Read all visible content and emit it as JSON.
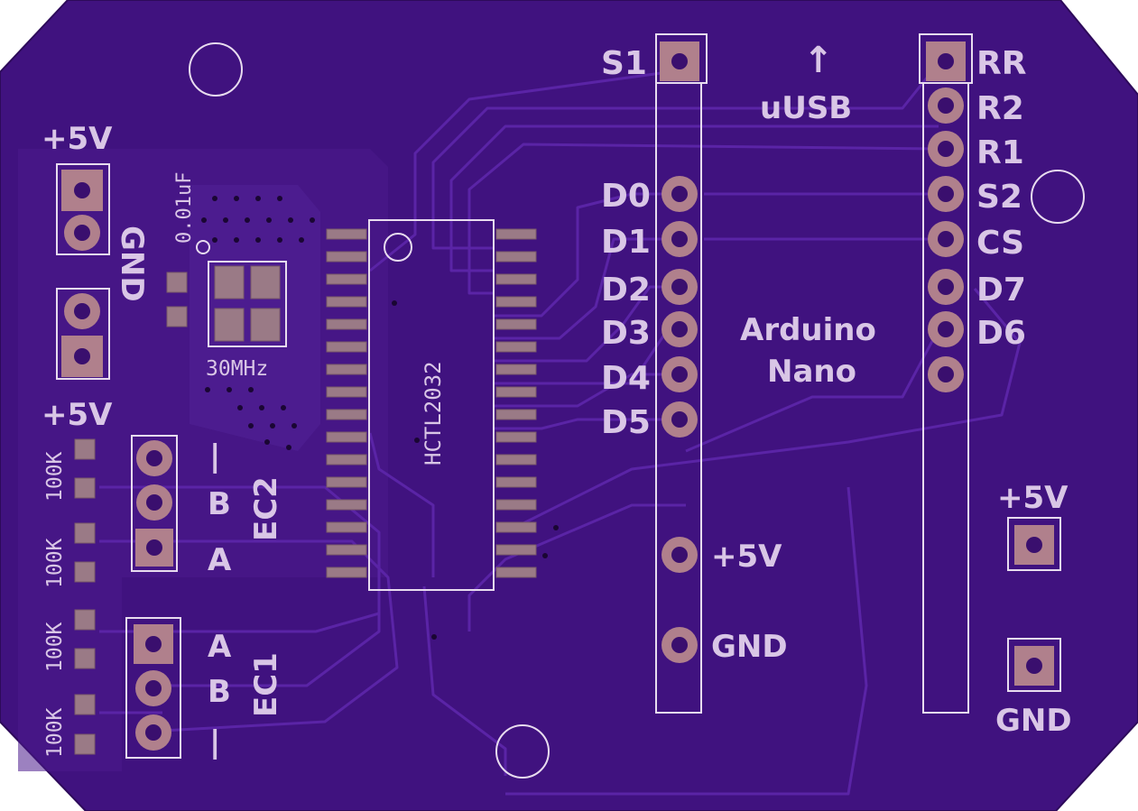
{
  "colors": {
    "board": "#40127f",
    "board_edge": "#3a0f72",
    "trace": "#5a24a6",
    "silkscreen": "#d9c6e6",
    "pad": "#b0808c"
  },
  "labels": {
    "left_power_top": "+5V",
    "left_gnd": "GND",
    "cap": "0.01uF",
    "crystal": "30MHz",
    "ic": "HCTL2032",
    "left_power_mid": "+5V",
    "resistors": [
      "100K",
      "100K",
      "100K",
      "100K"
    ],
    "ec2": {
      "title": "EC2",
      "pins": [
        "|",
        "B",
        "A"
      ]
    },
    "ec1": {
      "title": "EC1",
      "pins": [
        "A",
        "B",
        "|"
      ]
    },
    "nano_left_pins": [
      "S1",
      "D0",
      "D1",
      "D2",
      "D3",
      "D4",
      "D5",
      "+5V",
      "GND"
    ],
    "usb_arrow": "↑",
    "usb": "uUSB",
    "nano_title_1": "Arduino",
    "nano_title_2": "Nano",
    "nano_right_pins": [
      "RR",
      "R2",
      "R1",
      "S2",
      "CS",
      "D7",
      "D6"
    ],
    "right_power": "+5V",
    "right_gnd": "GND"
  }
}
